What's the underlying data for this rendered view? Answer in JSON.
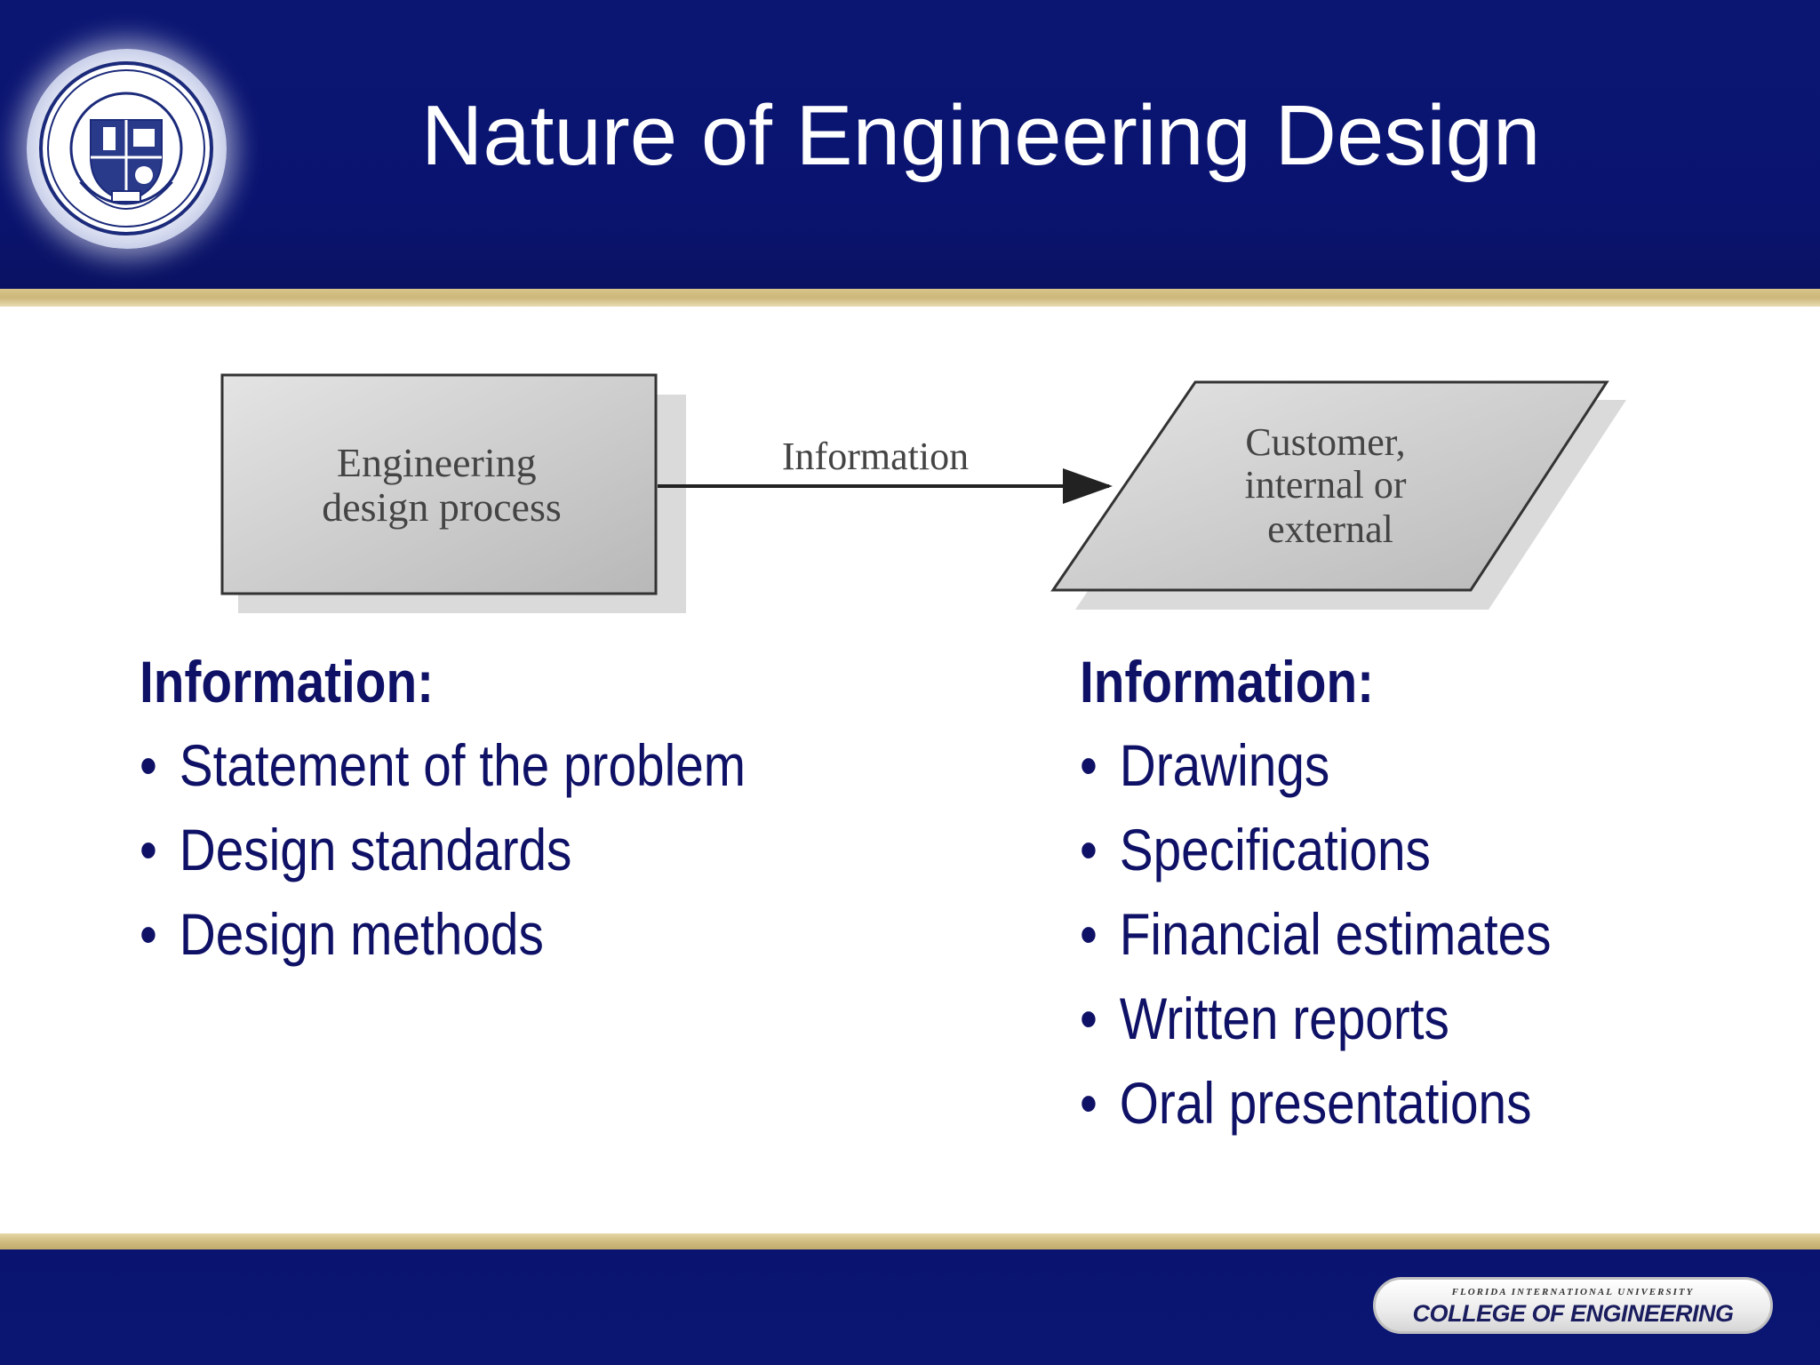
{
  "header": {
    "title": "Nature of Engineering Design",
    "seal_icon": "university-seal-icon"
  },
  "diagram": {
    "source_box_label": [
      "Engineering",
      "design process"
    ],
    "arrow_label": "Information",
    "target_box_label": [
      "Customer,",
      "internal or",
      "external"
    ]
  },
  "left_column": {
    "heading": "Information:",
    "items": [
      "Statement of the problem",
      "Design standards",
      "Design methods"
    ]
  },
  "right_column": {
    "heading": "Information:",
    "items": [
      "Drawings",
      "Specifications",
      "Financial estimates",
      "Written reports",
      "Oral presentations"
    ]
  },
  "footer": {
    "badge_top": "FLORIDA INTERNATIONAL UNIVERSITY",
    "badge_main": "COLLEGE OF ENGINEERING"
  },
  "colors": {
    "header_navy": "#0b1673",
    "gold_rule": "#cdb77a",
    "text_navy": "#0f1166",
    "box_gray": "#c4c4c4"
  }
}
